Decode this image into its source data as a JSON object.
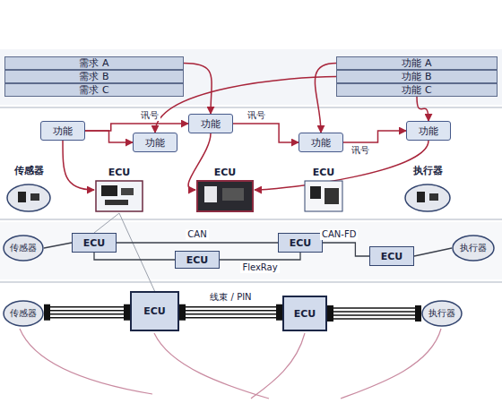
{
  "diagram": {
    "nodes": [
      {
        "text": [
          "需求 A"
        ]
      },
      {
        "text": [
          "需求 B"
        ]
      },
      {
        "text": [
          "需求 C"
        ]
      },
      {
        "text": [
          "功能 A"
        ]
      },
      {
        "text": [
          "功能 B"
        ]
      },
      {
        "text": [
          "功能 C"
        ]
      },
      {
        "text": [
          "功能"
        ]
      },
      {
        "text": [
          "功能"
        ]
      },
      {
        "text": [
          "功能"
        ]
      },
      {
        "text": [
          "功能"
        ]
      },
      {
        "text": [
          "功能"
        ]
      },
      {
        "text": [
          "传感器"
        ]
      },
      {
        "text": [
          "ECU"
        ]
      },
      {
        "text": [
          "ECU"
        ]
      },
      {
        "text": [
          "ECU"
        ]
      },
      {
        "text": [
          "执行器"
        ]
      },
      {
        "text": [
          "传感器"
        ]
      },
      {
        "text": [
          "ECU"
        ]
      },
      {
        "text": [
          "ECU"
        ]
      },
      {
        "text": [
          "ECU"
        ]
      },
      {
        "text": [
          "ECU"
        ]
      },
      {
        "text": [
          "执行器"
        ]
      },
      {
        "text": [
          "传感器"
        ]
      },
      {
        "text": [
          "ECU"
        ]
      },
      {
        "text": [
          "ECU"
        ]
      },
      {
        "text": [
          "执行器"
        ]
      }
    ],
    "edges": [
      {
        "from": 0,
        "to": 8,
        "arrow": "to"
      },
      {
        "from": 4,
        "to": 7,
        "arrow": "to"
      },
      {
        "from": 3,
        "to": 9,
        "arrow": "to"
      },
      {
        "from": 5,
        "to": 10,
        "arrow": "to"
      },
      {
        "from": 6,
        "to": 7,
        "arrow": "to"
      },
      {
        "from": 6,
        "to": 8,
        "label": "讯号",
        "arrow": "to"
      },
      {
        "from": 8,
        "to": 9,
        "label": "讯号",
        "arrow": "to"
      },
      {
        "from": 9,
        "to": 10,
        "label": "讯号",
        "arrow": "to"
      },
      {
        "from": 6,
        "to": 12,
        "arrow": "to"
      },
      {
        "from": 8,
        "to": 13,
        "arrow": "to"
      },
      {
        "from": 10,
        "to": 13,
        "arrow": "to"
      },
      {
        "from": 12,
        "to": 17,
        "arrow": "none"
      },
      {
        "from": 12,
        "to": 23,
        "arrow": "none"
      },
      {
        "from": 16,
        "to": 17,
        "arrow": "none"
      },
      {
        "from": 17,
        "to": 19,
        "label": "CAN",
        "arrow": "none"
      },
      {
        "from": 17,
        "to": 18,
        "arrow": "none"
      },
      {
        "from": 18,
        "to": 19,
        "label": "FlexRay",
        "arrow": "none"
      },
      {
        "from": 19,
        "to": 20,
        "label": "CAN-FD",
        "arrow": "none"
      },
      {
        "from": 20,
        "to": 21,
        "arrow": "none"
      },
      {
        "from": 22,
        "to": 23,
        "arrow": "none"
      },
      {
        "from": 23,
        "to": 24,
        "label": "线束 / PIN",
        "arrow": "none"
      },
      {
        "from": 24,
        "to": 25,
        "arrow": "none"
      }
    ]
  }
}
